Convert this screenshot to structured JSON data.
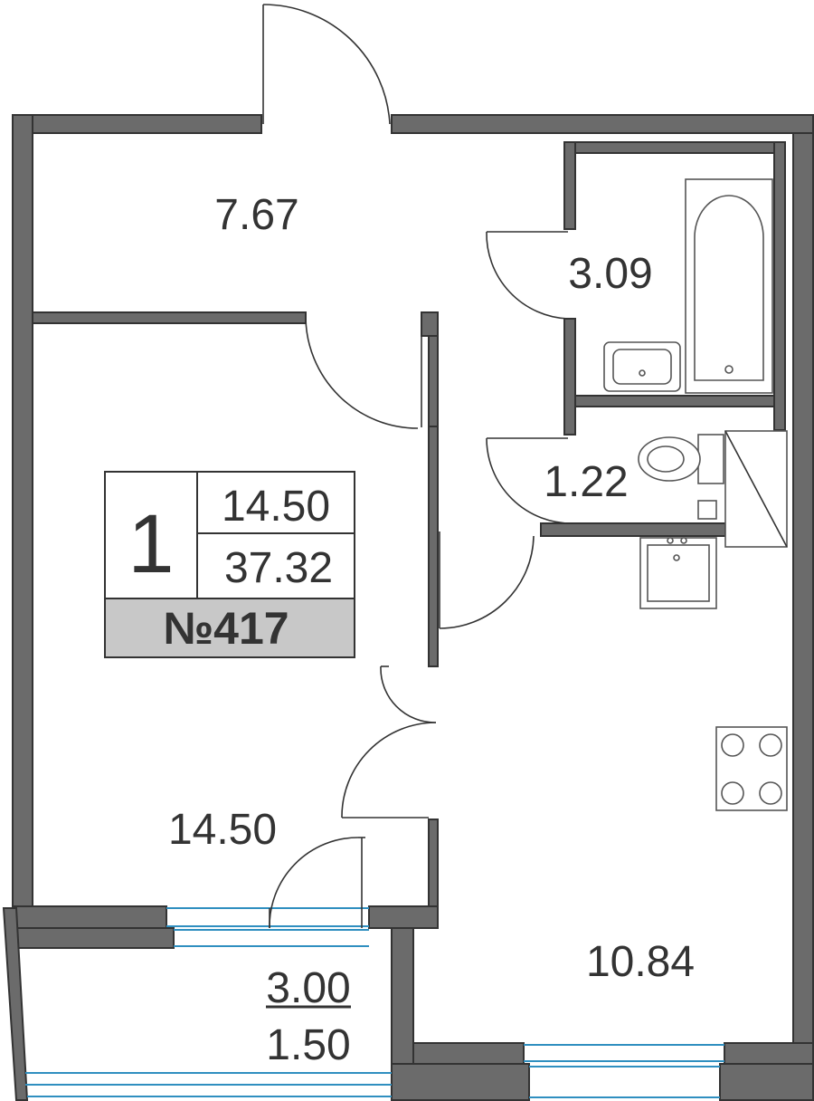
{
  "rooms": {
    "hall": "7.67",
    "bathroom": "3.09",
    "toilet": "1.22",
    "bedroom": "14.50",
    "kitchen": "10.84",
    "balcony_area": "3.00",
    "balcony_reduced": "1.50"
  },
  "info_box": {
    "rooms_count": "1",
    "living_area": "14.50",
    "total_area": "37.32",
    "apartment_number": "№417"
  },
  "colors": {
    "wall": "#6b6b6b",
    "wall_outline": "#333333",
    "window": "#2f8fc0",
    "number_band": "#c8c8c8"
  }
}
